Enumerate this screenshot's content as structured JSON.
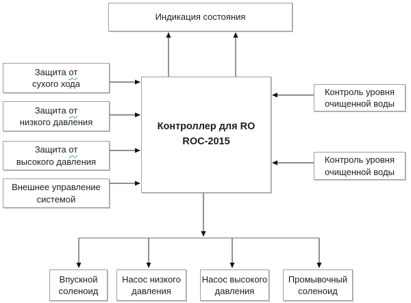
{
  "diagram": {
    "title_hint": "RO controller block diagram",
    "indication": {
      "label": "Индикация состояния"
    },
    "controller": {
      "line1": "Контроллер для RO",
      "line2": "ROC-2015"
    },
    "left_inputs": [
      {
        "prefix": "Защита ",
        "underlined": "от",
        "line2": "сухого хода"
      },
      {
        "prefix": "Защита ",
        "underlined": "от",
        "line2": "низкого давления"
      },
      {
        "prefix": "Защита ",
        "underlined": "от",
        "line2": "высокого давления"
      },
      {
        "line1": "Внешнее управление",
        "line2": "системой"
      }
    ],
    "right_inputs": [
      {
        "line1": "Контроль уровня",
        "line2": "очищенной воды"
      },
      {
        "line1": "Контроль уровня",
        "line2": "очищенной воды"
      }
    ],
    "outputs": [
      {
        "line1": "Впускной",
        "line2": "соленоид"
      },
      {
        "line1": "Насос низкого",
        "line2": "давления"
      },
      {
        "line1": "Насос высокого",
        "line2": "давления"
      },
      {
        "line1": "Промывочный",
        "line2": "соленоид"
      }
    ],
    "colors": {
      "box_border": "#9d9d9d",
      "connector_line": "#4a4a4a",
      "bus_line": "#9a9a9a",
      "arrowhead": "#111111",
      "spellcheck_underline": "#4bb054",
      "text": "#1c1c1c",
      "background": "#ffffff"
    }
  }
}
